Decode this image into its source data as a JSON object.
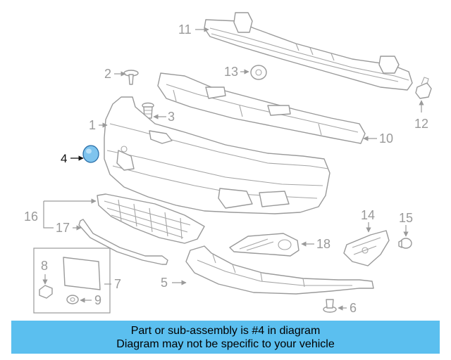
{
  "colors": {
    "banner_background": "#5bbfef",
    "highlight_fill": "#7fc4ee",
    "line_gray": "#9a9a9a",
    "active_text": "#111111"
  },
  "callouts": {
    "c1": "1",
    "c2": "2",
    "c3": "3",
    "c4": "4",
    "c5": "5",
    "c6": "6",
    "c7": "7",
    "c8": "8",
    "c9": "9",
    "c10": "10",
    "c11": "11",
    "c12": "12",
    "c13": "13",
    "c14": "14",
    "c15": "15",
    "c16": "16",
    "c17": "17",
    "c18": "18"
  },
  "highlighted_part": "4",
  "banner": {
    "line1": "Part or sub-assembly is #4 in diagram",
    "line2": "Diagram may not be specific to your vehicle"
  }
}
